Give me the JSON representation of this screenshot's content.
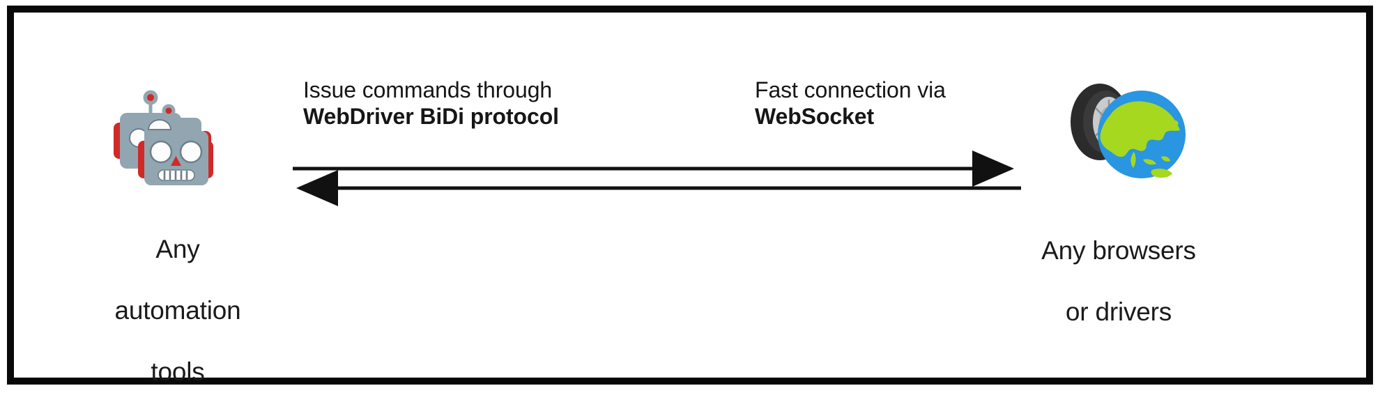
{
  "diagram": {
    "type": "architecture-flow",
    "border_color": "#090909",
    "background": "#ffffff",
    "nodes": [
      {
        "id": "automation-tools",
        "icon": "robots-icon",
        "caption": "Any\nautomation\ntools",
        "caption_lines": [
          "Any",
          "automation",
          "tools"
        ]
      },
      {
        "id": "browsers",
        "icon": "globe-and-tire-icon",
        "caption": "Any browsers\nor drivers",
        "caption_lines": [
          "Any browsers",
          "or drivers"
        ]
      }
    ],
    "edges": [
      {
        "id": "commands",
        "direction": "left-to-right",
        "label_line1": "Issue commands through",
        "label_line2": "WebDriver BiDi protocol"
      },
      {
        "id": "connection",
        "direction": "right-to-left",
        "label_line1": "Fast connection via",
        "label_line2": "WebSocket"
      }
    ]
  },
  "nodes": {
    "automation_tools": {
      "caption_line1": "Any",
      "caption_line2": "automation",
      "caption_line3": "tools"
    },
    "browsers": {
      "caption_line1": "Any browsers",
      "caption_line2": "or drivers"
    }
  },
  "edge_labels": {
    "commands": {
      "line1": "Issue commands through",
      "line2": "WebDriver BiDi protocol"
    },
    "connection": {
      "line1": "Fast connection via",
      "line2": "WebSocket"
    }
  },
  "colors": {
    "border": "#090909",
    "text": "#1a1a1a",
    "arrow": "#111111",
    "robot_body": "#92a6b1",
    "robot_accent": "#cf2a27",
    "robot_eye": "#fdfdfd",
    "globe_land": "#a5d81f",
    "globe_ocean": "#2a95e0",
    "tire_rubber": "#2b2b2b",
    "tire_rim": "#c9ccce"
  }
}
